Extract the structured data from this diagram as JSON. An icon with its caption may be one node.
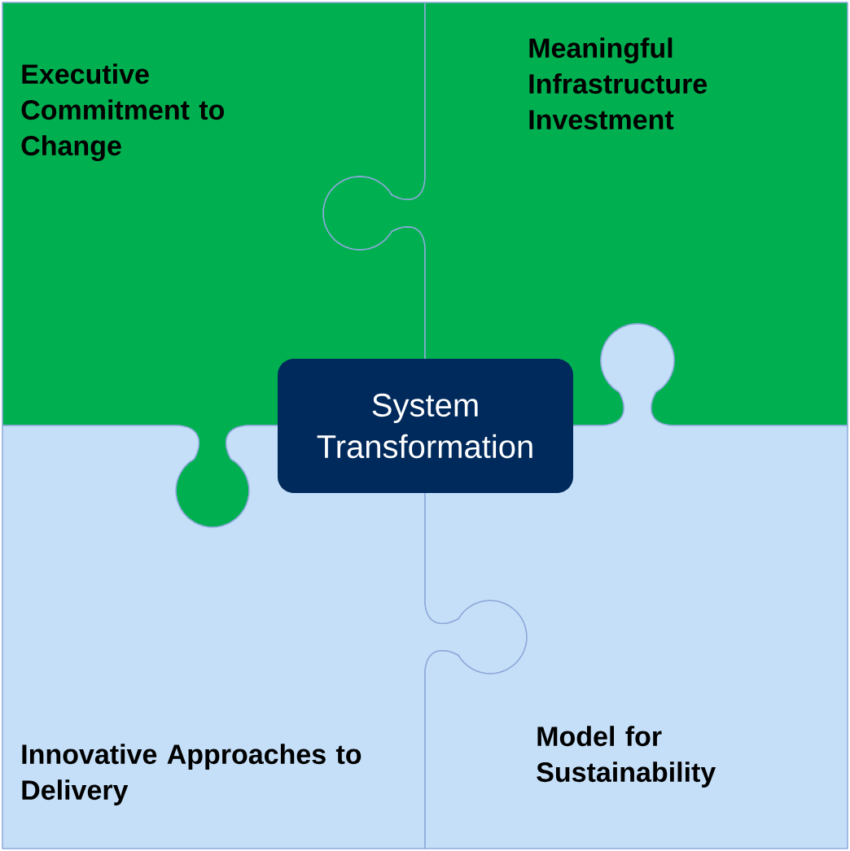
{
  "diagram": {
    "nodes": [
      {
        "text": [
          "Executive Commitment to Change"
        ]
      },
      {
        "text": [
          "Meaningful Infrastructure Investment"
        ]
      },
      {
        "text": [
          "System Transformation"
        ]
      },
      {
        "text": [
          "Innovative Approaches to Delivery"
        ]
      },
      {
        "text": [
          "Model for Sustainability"
        ]
      }
    ]
  }
}
